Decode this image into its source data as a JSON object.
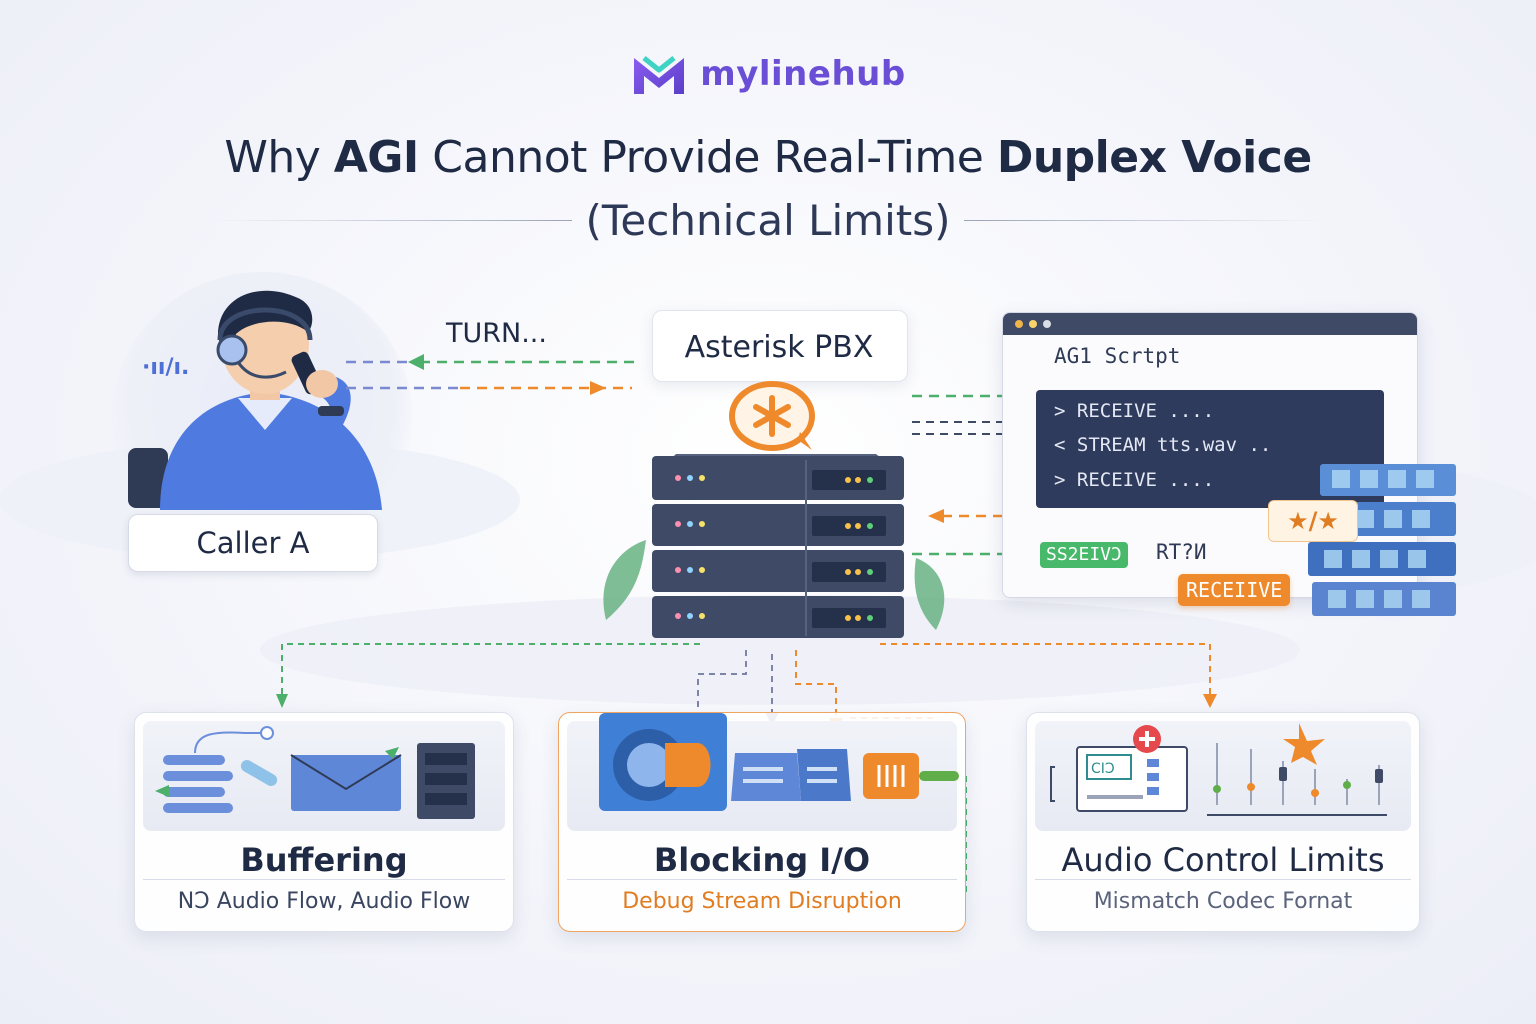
{
  "brand": {
    "name": "mylinehub"
  },
  "header": {
    "title_parts": [
      "Why ",
      "AGI",
      " Cannot Provide Real-Time ",
      "Duplex Voice"
    ],
    "subtitle": "(Technical Limits)"
  },
  "caller": {
    "label": "Caller A",
    "voice_mark": "·ıı/ı."
  },
  "flow": {
    "turn_label": "TURN..."
  },
  "pbx": {
    "label": "Asterisk PBX"
  },
  "agi_window": {
    "title": "AG1 Scrtpt",
    "lines": [
      "> RECEIVE ....",
      "< STREAM tts.wav ..",
      "> RECEIVE ...."
    ],
    "badge_green": "SS2EIVƆ",
    "rtp_text": "RT?И",
    "badge_orange": "RECEIIVE",
    "badge_star": "★/★"
  },
  "cards": {
    "buffering": {
      "title": "Buffering",
      "subtitle": "NƆ Audio Flow, Audio Flow"
    },
    "blocking": {
      "title": "Blocking I/O",
      "subtitle": "Debug Stream Disruption"
    },
    "audio": {
      "title": "Audio Control Limits",
      "subtitle": "Mismatch Codec Fornat",
      "screen_text": "CIƆ"
    }
  },
  "colors": {
    "accent_purple": "#6a4fd6",
    "accent_orange": "#ef8a2c",
    "accent_green": "#48b86a",
    "navy": "#1f2a44",
    "server": "#3f4a67"
  }
}
